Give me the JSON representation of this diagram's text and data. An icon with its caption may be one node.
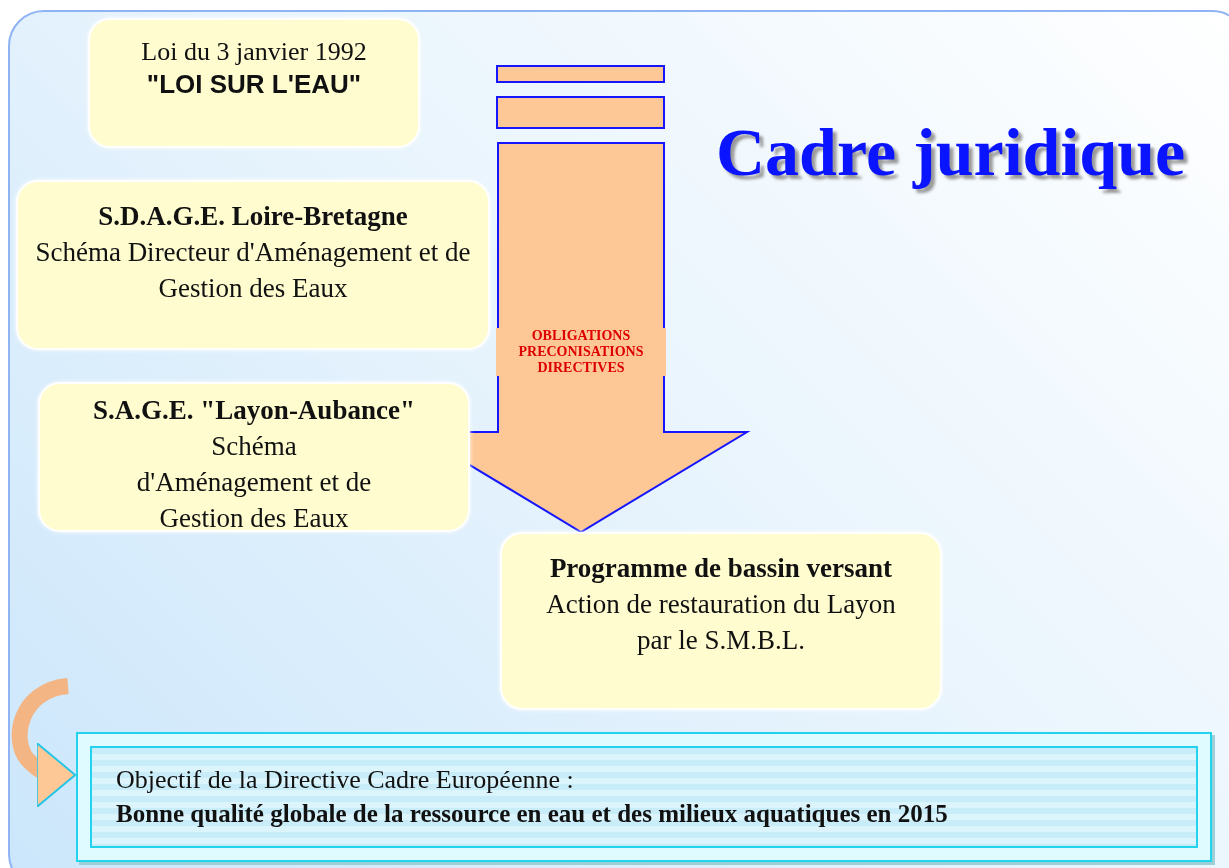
{
  "diagram": {
    "title": "Cadre juridique",
    "nodes": [
      {
        "text": [
          "Loi du 3 janvier 1992",
          "\"LOI SUR L'EAU\""
        ]
      },
      {
        "text": [
          "S.D.A.G.E. Loire-Bretagne",
          "Schéma Directeur d'Aménagement et de Gestion des Eaux"
        ]
      },
      {
        "text": [
          "S.A.G.E. \"Layon-Aubance\"",
          "Schéma d'Aménagement et de Gestion des Eaux"
        ]
      },
      {
        "text": [
          "Programme de bassin versant",
          "Action de restauration du Layon par le S.M.B.L."
        ]
      },
      {
        "text": [
          "Objectif de la Directive Cadre Européenne :",
          "Bonne qualité globale de la ressource en eau et des milieux aquatiques en 2015"
        ]
      }
    ],
    "edges": [
      {
        "from": null,
        "to": 3,
        "arrow": "to",
        "label": "OBLIGATIONS PRECONISATIONS DIRECTIVES",
        "style": "thick"
      },
      {
        "from": null,
        "to": 4,
        "arrow": "to"
      }
    ]
  }
}
